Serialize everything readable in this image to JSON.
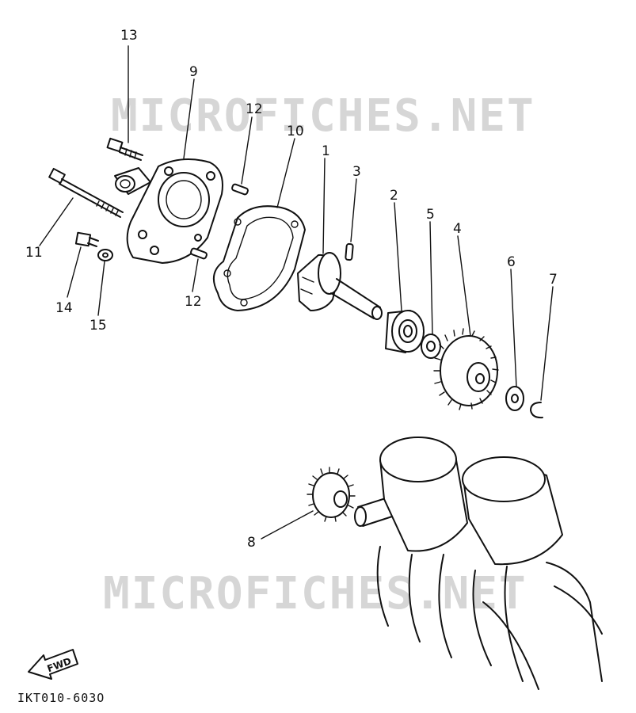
{
  "watermark_text": "MICROFICHES.NET",
  "diagram_code": "IKT010-603O",
  "fwd_label": "FWD",
  "callouts": {
    "c1": "1",
    "c2": "2",
    "c3": "3",
    "c4": "4",
    "c5": "5",
    "c6": "6",
    "c7": "7",
    "c8": "8",
    "c9": "9",
    "c10": "10",
    "c11": "11",
    "c12a": "12",
    "c12b": "12",
    "c13": "13",
    "c14": "14",
    "c15": "15"
  }
}
